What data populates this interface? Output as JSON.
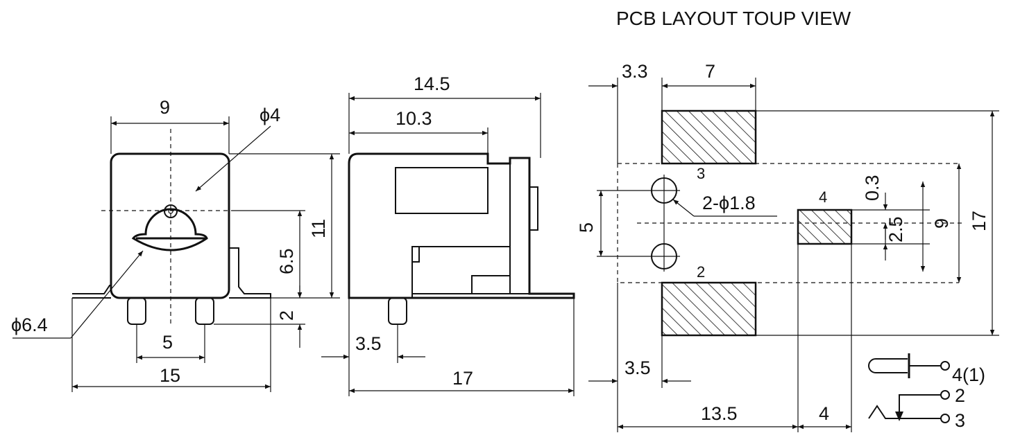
{
  "title": "PCB LAYOUT  TOUP VIEW",
  "front_view": {
    "dims": {
      "width_top": "9",
      "hole_dia": "ϕ4",
      "height_total": "11",
      "center_height": "6.5",
      "pin_length": "2",
      "pin_spacing": "5",
      "base_width": "15",
      "outer_dia": "ϕ6.4"
    }
  },
  "side_view": {
    "dims": {
      "length_total": "14.5",
      "length_inner": "10.3",
      "pin_offset": "3.5",
      "base_length": "17"
    }
  },
  "pcb_layout": {
    "dims": {
      "top_left_offset": "3.3",
      "pad_width": "7",
      "hole_spacing": "5",
      "hole_dia": "2-ϕ1.8",
      "pad4_offset": "0.3",
      "pad4_height": "2.5",
      "inner_height": "9",
      "outer_height": "17",
      "bottom_offset": "3.5",
      "pad4_position": "13.5",
      "pad4_width": "4"
    },
    "pad_labels": {
      "p3": "3",
      "p2": "2",
      "p4": "4"
    }
  },
  "schematic": {
    "pins": [
      "4(1)",
      "2",
      "3"
    ]
  }
}
